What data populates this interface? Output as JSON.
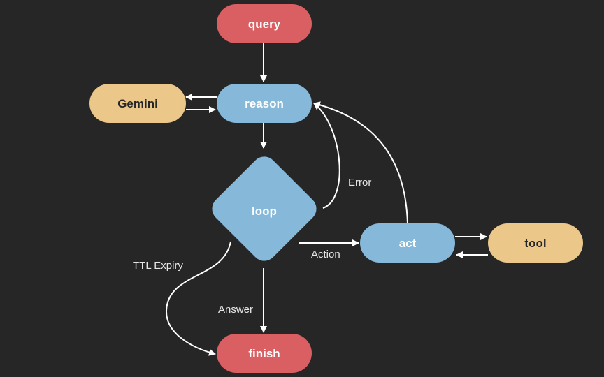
{
  "colors": {
    "background": "#262626",
    "terminal_fill": "#d95f62",
    "process_fill": "#85b8d9",
    "external_fill": "#ebc78a",
    "terminal_text": "#ffffff",
    "process_text": "#ffffff",
    "external_text": "#262626",
    "edge": "#ffffff"
  },
  "nodes": {
    "query": "query",
    "reason": "reason",
    "gemini": "Gemini",
    "loop": "loop",
    "act": "act",
    "tool": "tool",
    "finish": "finish"
  },
  "edges": {
    "error": "Error",
    "action": "Action",
    "ttl_expiry": "TTL Expiry",
    "answer": "Answer"
  }
}
